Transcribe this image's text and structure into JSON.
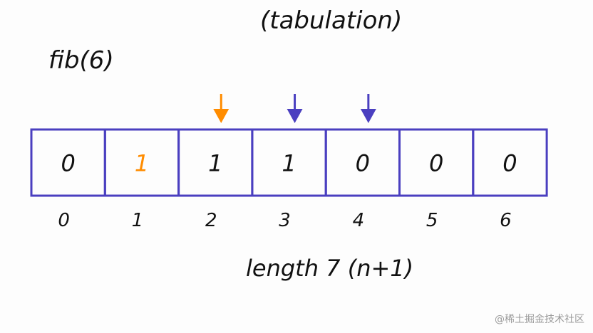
{
  "title": "(tabulation)",
  "call_label": "fib(6)",
  "array": {
    "cells": [
      "0",
      "1",
      "1",
      "1",
      "0",
      "0",
      "0"
    ],
    "indices": [
      "0",
      "1",
      "2",
      "3",
      "4",
      "5",
      "6"
    ],
    "length_label": "length 7 (n+1)"
  },
  "arrows": [
    {
      "index": 2,
      "color": "#ff8c00"
    },
    {
      "index": 3,
      "color": "#4a3fc0"
    },
    {
      "index": 4,
      "color": "#4a3fc0"
    }
  ],
  "colors": {
    "box_border": "#4a3fc0",
    "ink": "#111111",
    "highlight_value": "#ff8c00"
  },
  "highlight_cell_index": 1,
  "watermark": "@稀土掘金技术社区"
}
